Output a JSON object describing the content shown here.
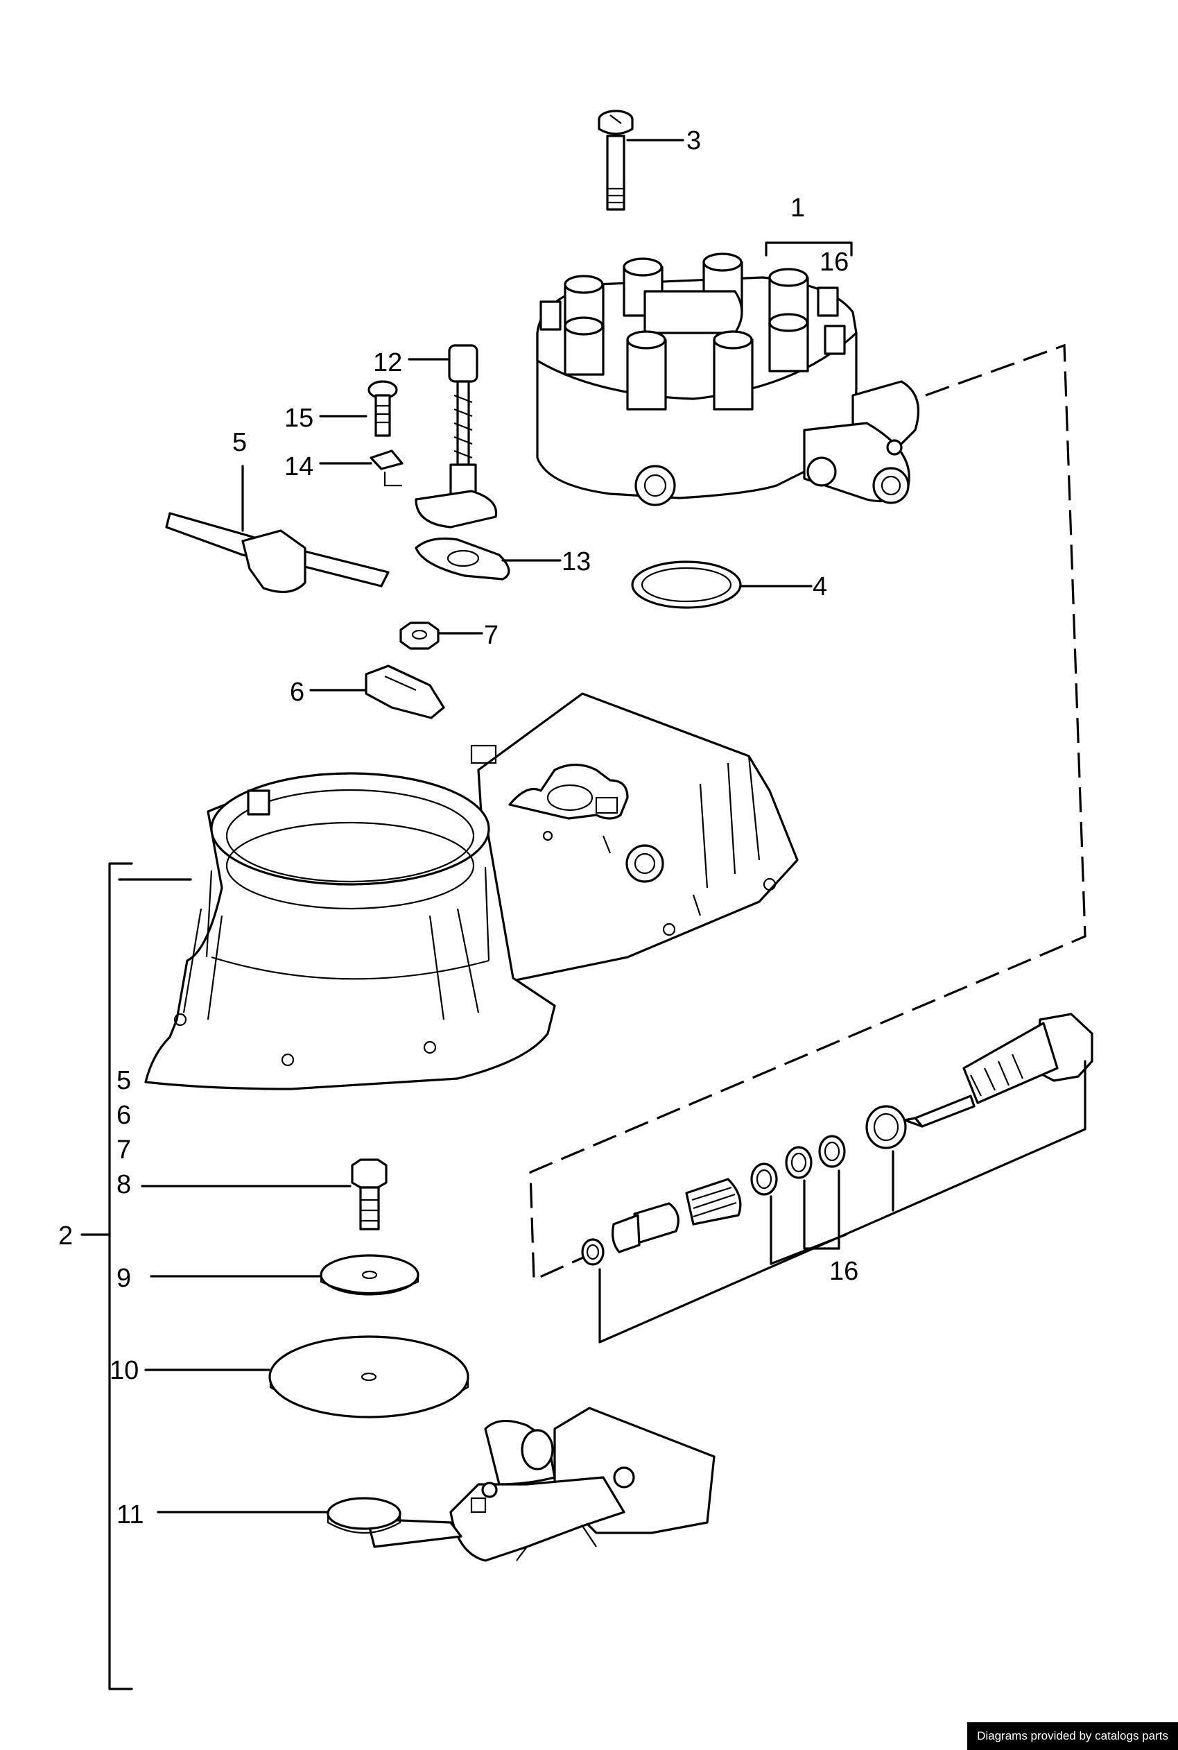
{
  "callouts": {
    "c1": "1",
    "c2": "2",
    "c3": "3",
    "c4": "4",
    "c5": "5",
    "c6": "6",
    "c7": "7",
    "c12": "12",
    "c13": "13",
    "c14": "14",
    "c15": "15",
    "c16a": "16",
    "c16b": "16",
    "group2": [
      "5",
      "6",
      "7",
      "8",
      "9",
      "10",
      "11"
    ]
  },
  "credit": "Diagrams provided by catalogs parts"
}
